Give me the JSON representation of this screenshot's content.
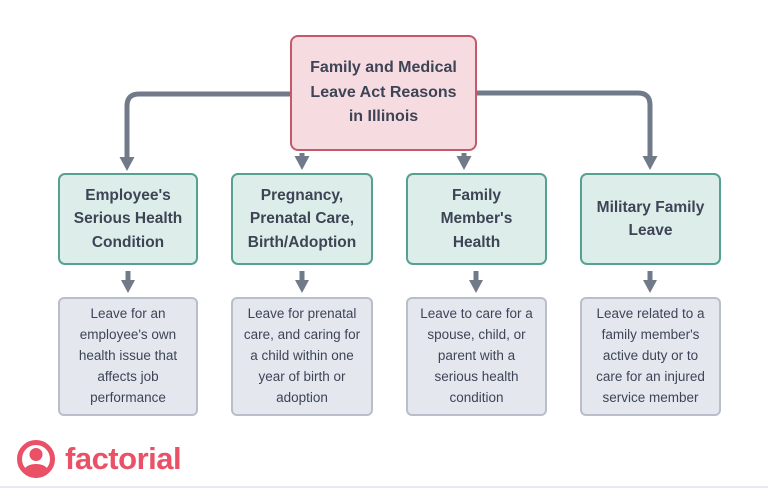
{
  "diagram": {
    "root": {
      "title": "Family and Medical\nLeave Act Reasons\nin Illinois"
    },
    "branches": [
      {
        "title": "Employee's\nSerious Health\nCondition",
        "description": "Leave for an employee's own health issue that affects job performance"
      },
      {
        "title": "Pregnancy,\nPrenatal Care,\nBirth/Adoption",
        "description": "Leave for prenatal care, and caring for a child within one year of birth or adoption"
      },
      {
        "title": "Family\nMember's\nHealth",
        "description": "Leave to care for a spouse, child, or parent with a serious health condition"
      },
      {
        "title": "Military Family\nLeave",
        "description": "Leave related to a family member's active duty or to care for an injured service member"
      }
    ]
  },
  "branding": {
    "logo_text": "factorial",
    "logo_icon": "person-in-circle"
  },
  "colors": {
    "background": "#ffffff",
    "root_fill": "#f6dce1",
    "root_border": "#c45a69",
    "branch_fill": "#ddeeea",
    "branch_border": "#55a292",
    "description_fill": "#e4e8ee",
    "description_border": "#b8bfca",
    "text": "#3d4456",
    "connector": "#717a89",
    "brand": "#ea5066"
  }
}
